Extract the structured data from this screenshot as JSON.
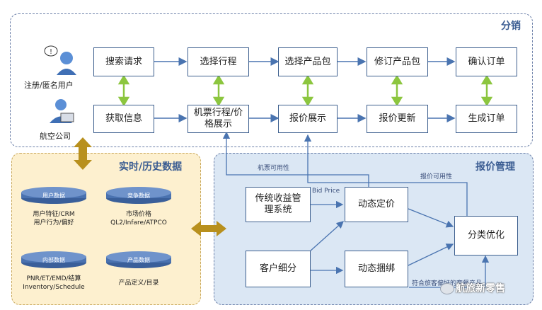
{
  "distribution": {
    "title": "分销",
    "users": {
      "registered": "注册/匿名用户",
      "airline": "航空公司"
    },
    "top_row": [
      "搜索请求",
      "选择行程",
      "选择产品包",
      "修订产品包",
      "确认订单"
    ],
    "bottom_row": [
      "获取信息",
      "机票行程/价格展示",
      "报价展示",
      "报价更新",
      "生成订单"
    ]
  },
  "data_panel": {
    "title": "实时/历史数据",
    "databases": [
      {
        "label": "用户数据",
        "lines": [
          "用户特征/CRM",
          "用户行为/偏好"
        ]
      },
      {
        "label": "竞争数据",
        "lines": [
          "市场价格",
          "QL2/Infare/ATPCO"
        ]
      },
      {
        "label": "内部数据",
        "lines": [
          "PNR/ET/EMD/结算",
          "Inventory/Schedule"
        ]
      },
      {
        "label": "产品数据",
        "lines": [
          "产品定义/目录"
        ]
      }
    ]
  },
  "pricing": {
    "title": "报价管理",
    "boxes": {
      "legacy": "传统收益管理系统",
      "dynamic_pricing": "动态定价",
      "classify": "分类优化",
      "segmentation": "客户细分",
      "bundling": "动态捆绑"
    },
    "labels": {
      "seat_avail": "机票可用性",
      "bid_price": "Bid Price",
      "quote_avail": "报价可用性",
      "match": "符合旅客偏好的套餐产品"
    }
  },
  "watermark": "航旅新零售",
  "colors": {
    "region_fill": "#dbe7f4",
    "data_fill": "#fdf0cf",
    "box_border": "#3d5f8e",
    "arrow_blue": "#4a74b0",
    "arrow_green": "#8cc63f",
    "arrow_gold": "#b8901e",
    "db_fill": "#4a72b0"
  }
}
